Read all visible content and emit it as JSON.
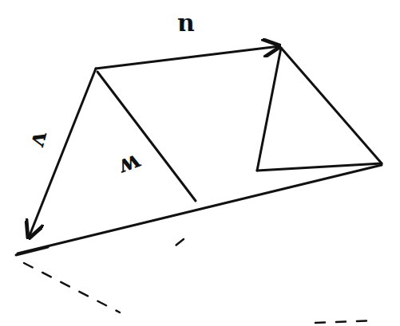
{
  "diagram": {
    "labels": [
      "u",
      "v",
      "w"
    ]
  }
}
